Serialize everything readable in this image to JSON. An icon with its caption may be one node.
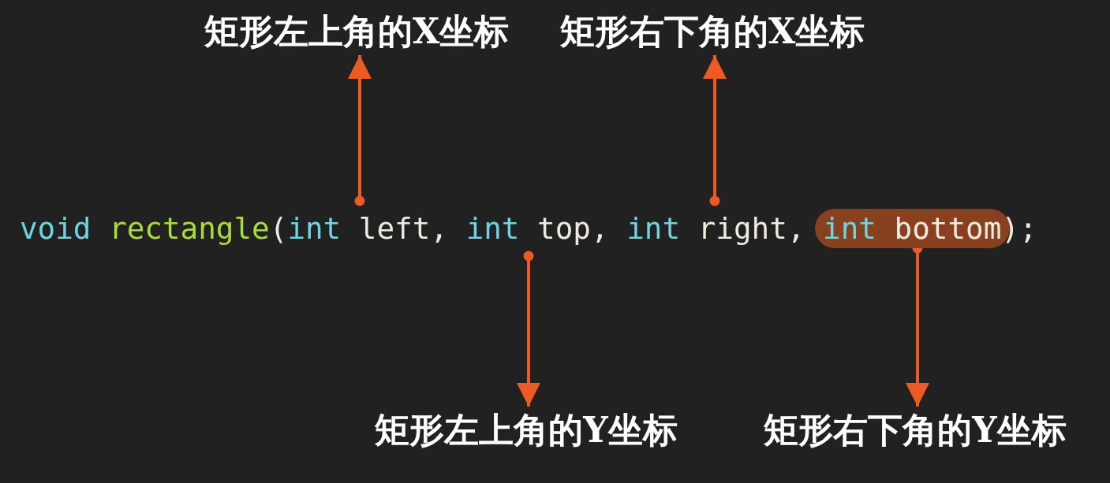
{
  "diagram": {
    "nodes": [
      {
        "text": [
          "矩形左上角的X坐标"
        ]
      },
      {
        "text": [
          "矩形右下角的X坐标"
        ]
      },
      {
        "text": [
          "void rectangle(int left, int top, int right,",
          ");"
        ]
      },
      {
        "text": [
          "int bottom"
        ],
        "in": 2
      },
      {
        "text": [
          "矩形左上角的Y坐标"
        ]
      },
      {
        "text": [
          "矩形右下角的Y坐标"
        ]
      }
    ],
    "edges": [
      {
        "from": 2,
        "to": 0,
        "arrow": "to"
      },
      {
        "from": 2,
        "to": 1,
        "arrow": "to"
      },
      {
        "from": 2,
        "to": 4,
        "arrow": "to"
      },
      {
        "from": 3,
        "to": 5,
        "arrow": "to"
      }
    ]
  }
}
